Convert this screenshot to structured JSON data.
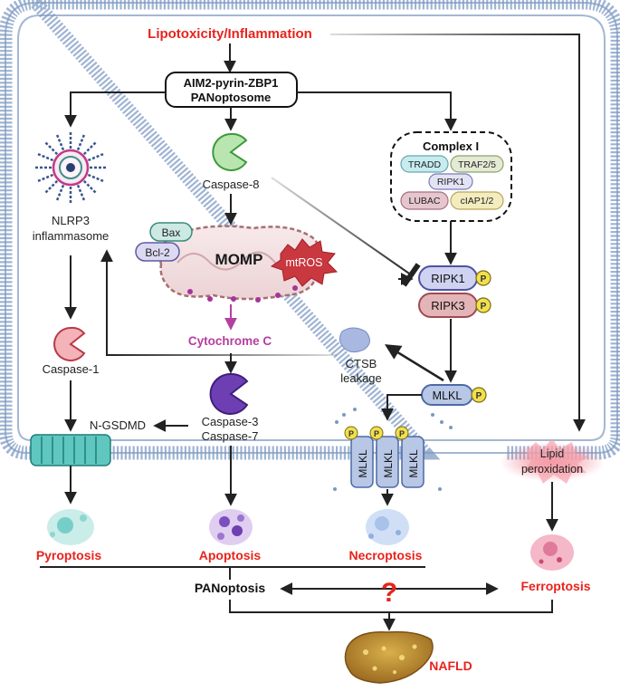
{
  "top_label": "Lipotoxicity/Inflammation",
  "panoptosome": {
    "line1": "AIM2-pyrin-ZBP1",
    "line2": "PANoptosome"
  },
  "nlrp3": {
    "line1": "NLRP3",
    "line2": "inflammasome"
  },
  "caspase8": "Caspase-8",
  "caspase1": "Caspase-1",
  "caspase37": {
    "line1": "Caspase-3",
    "line2": "Caspase-7"
  },
  "complex1": {
    "title": "Complex I",
    "tradd": "TRADD",
    "traf": "TRAF2/5",
    "ripk1": "RIPK1",
    "lubac": "LUBAC",
    "ciap": "cIAP1/2"
  },
  "bax": "Bax",
  "bcl2": "Bcl-2",
  "momp": "MOMP",
  "mtros": "mtROS",
  "cytochrome": "Cytochrome C",
  "ripk1": "RIPK1",
  "ripk3": "RIPK3",
  "phospho": "P",
  "ctsb": {
    "line1": "CTSB",
    "line2": "leakage"
  },
  "mlkl": "MLKL",
  "ngsdmd": "N-GSDMD",
  "lipid": {
    "line1": "Lipid",
    "line2": "peroxidation"
  },
  "outcomes": {
    "pyroptosis": "Pyroptosis",
    "apoptosis": "Apoptosis",
    "necroptosis": "Necroptosis",
    "ferroptosis": "Ferroptosis"
  },
  "panoptosis": "PANoptosis",
  "question": "?",
  "nafld": "NAFLD",
  "colors": {
    "red": "#e8231c",
    "membrane": "#7d98bf",
    "mito_fill": "#f3e0e1",
    "caspase8": "#8fd68a",
    "caspase1": "#f3b3b8",
    "caspase37": "#6d3fb3",
    "ripk1": "#cfd2f0",
    "ripk3": "#e3b5b8",
    "phospho": "#f1e04d",
    "mlkl": "#b8c7e6",
    "cytochrome": "#b53fa0"
  }
}
